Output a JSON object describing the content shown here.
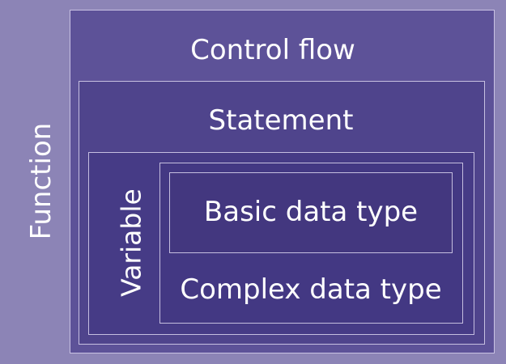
{
  "diagram": {
    "outer": {
      "label": "Function"
    },
    "control_flow": {
      "label": "Control flow"
    },
    "statement": {
      "label": "Statement"
    },
    "variable": {
      "label": "Variable"
    },
    "complex_data_type": {
      "label": "Complex data type"
    },
    "basic_data_type": {
      "label": "Basic data type"
    }
  }
}
